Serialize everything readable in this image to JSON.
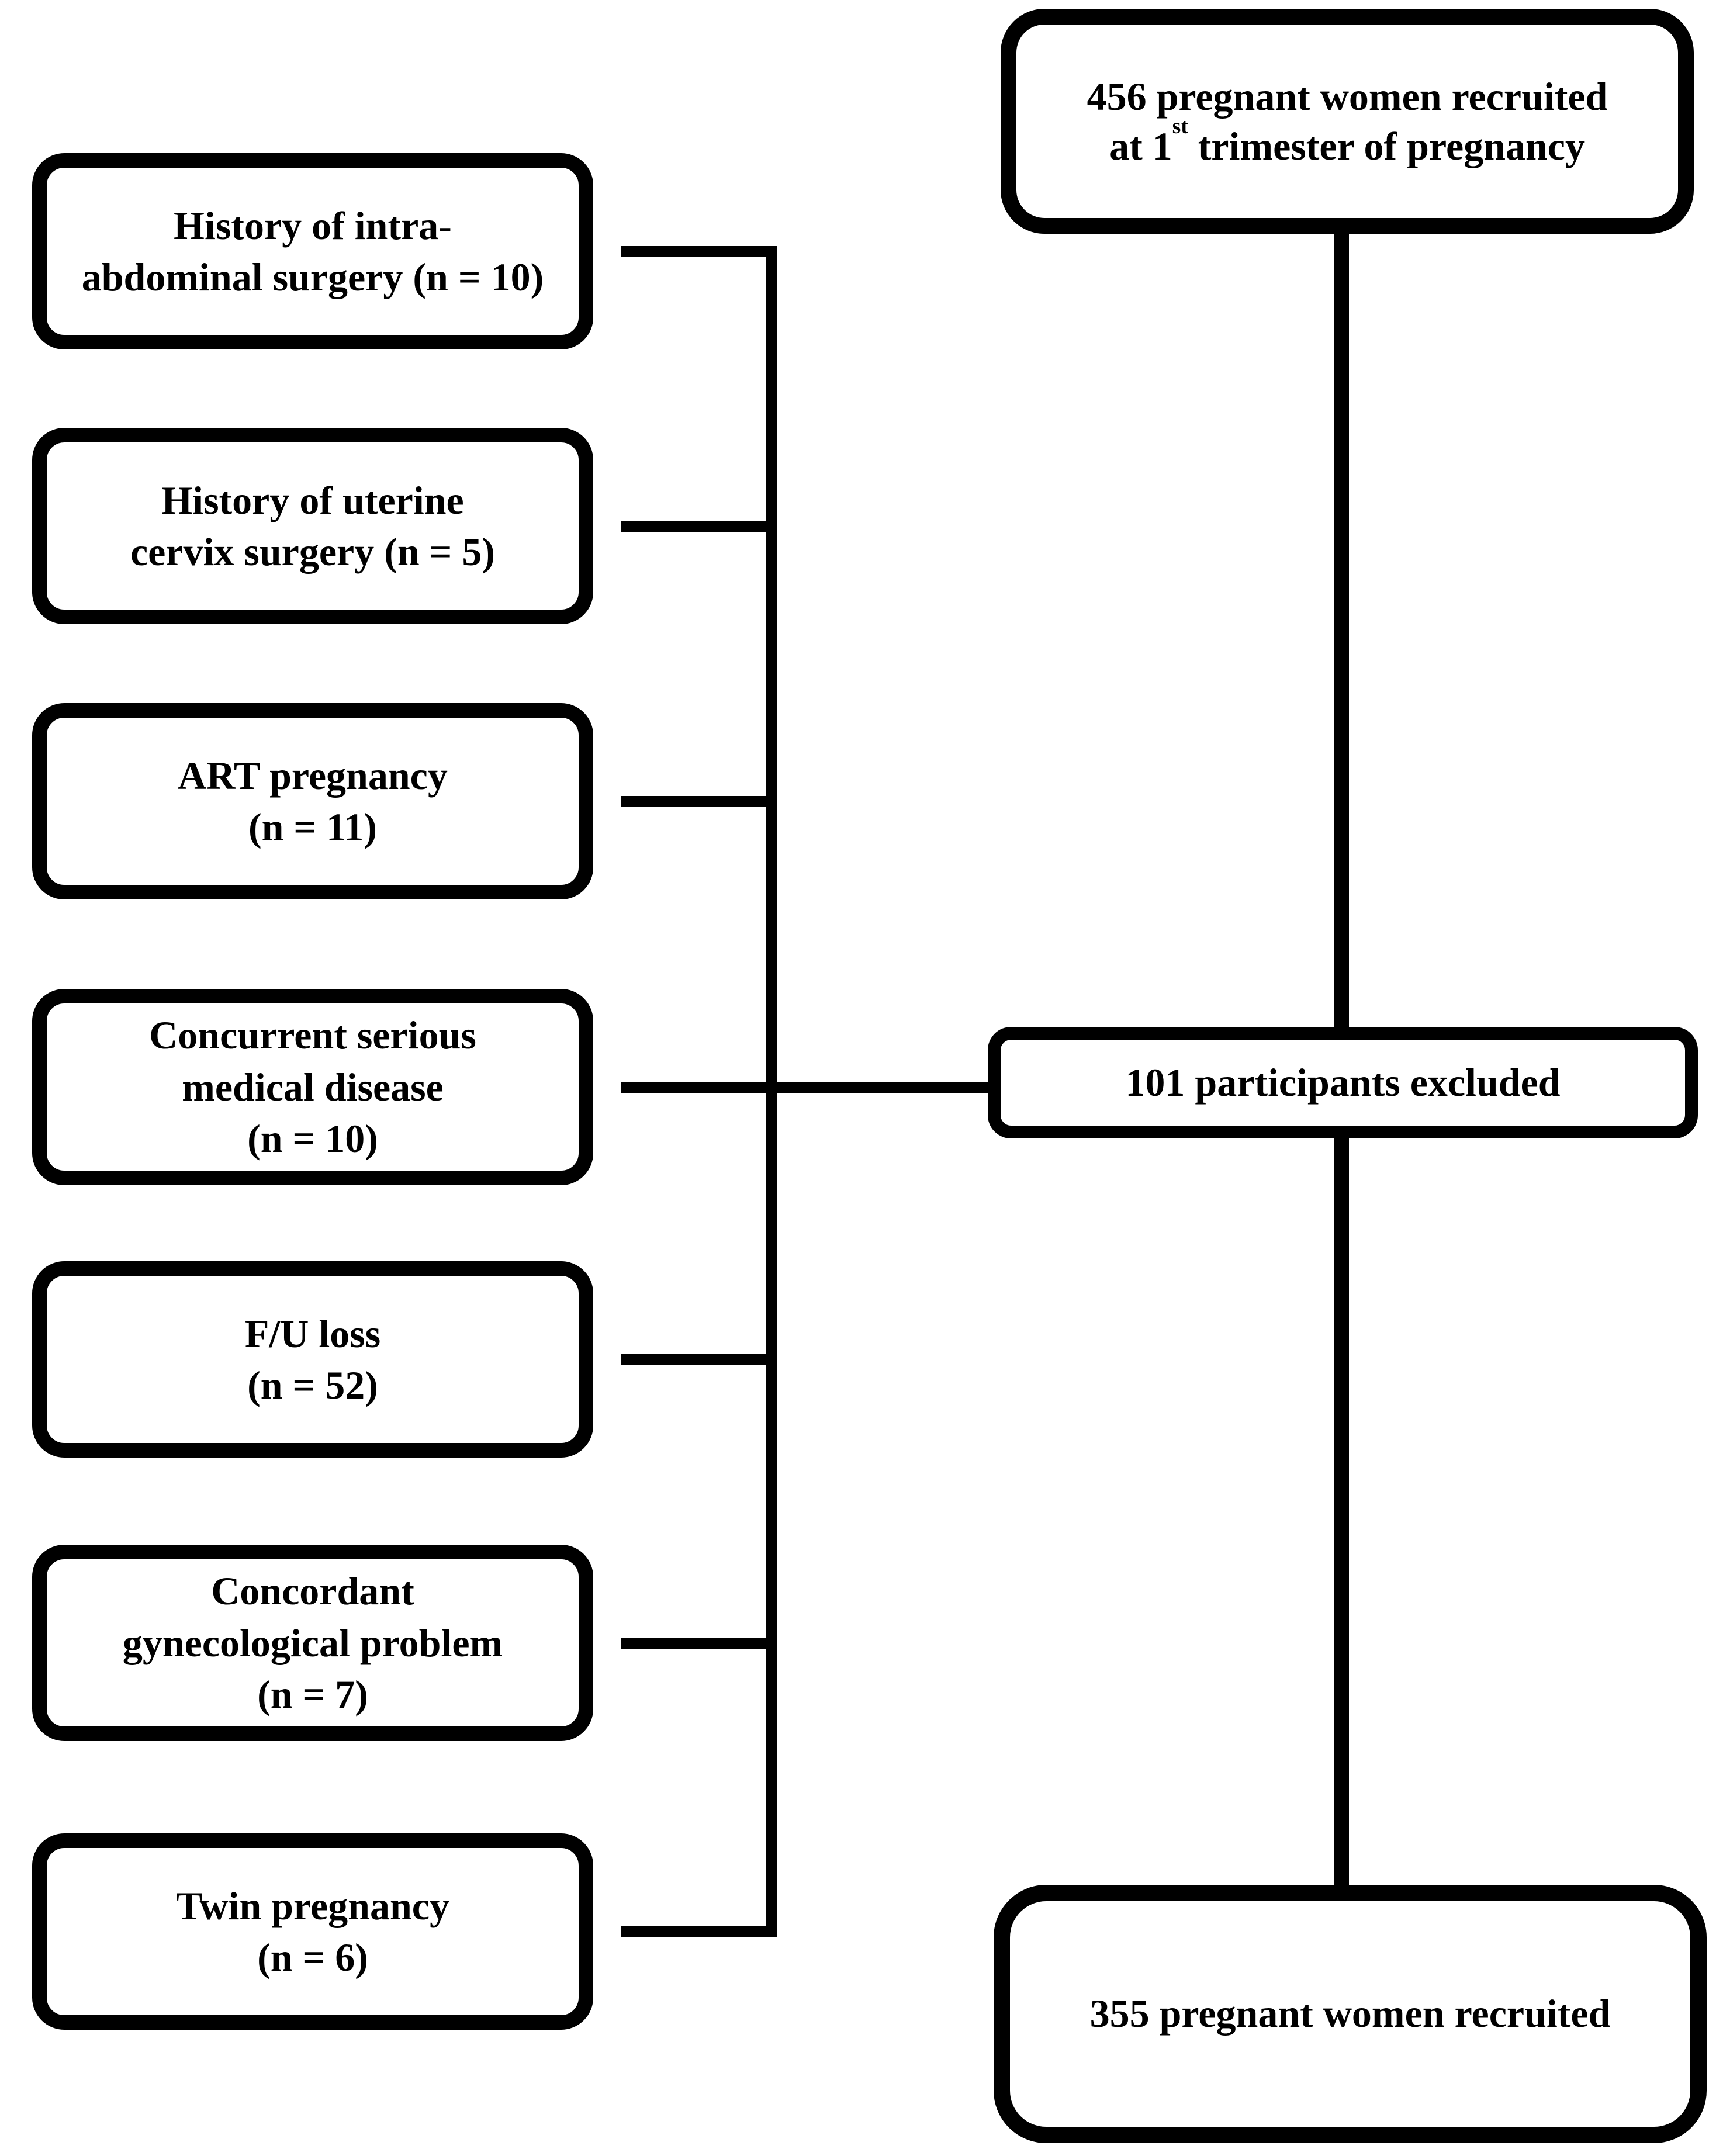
{
  "diagram": {
    "colors": {
      "background": "#ffffff",
      "line": "#000000",
      "box_border": "#000000",
      "box_fill": "#ffffff",
      "text": "#000000"
    },
    "top_box": {
      "line1": "456 pregnant women recruited",
      "line2_prefix": "at 1",
      "line2_superscript": "st",
      "line2_suffix": " trimester of pregnancy"
    },
    "exclusion_boxes": [
      {
        "lines": [
          "History of intra-",
          "abdominal surgery (n = 10)"
        ]
      },
      {
        "lines": [
          "History of uterine",
          "cervix surgery (n = 5)"
        ]
      },
      {
        "lines": [
          "ART pregnancy",
          "(n = 11)"
        ]
      },
      {
        "lines": [
          "Concurrent serious",
          "medical disease",
          "(n = 10)"
        ]
      },
      {
        "lines": [
          "F/U loss",
          "(n = 52)"
        ]
      },
      {
        "lines": [
          "Concordant",
          "gynecological problem",
          "(n = 7)"
        ]
      },
      {
        "lines": [
          "Twin pregnancy",
          "(n = 6)"
        ]
      }
    ],
    "excluded_box": {
      "text": "101 participants excluded"
    },
    "bottom_box": {
      "text": "355 pregnant women recruited"
    }
  }
}
